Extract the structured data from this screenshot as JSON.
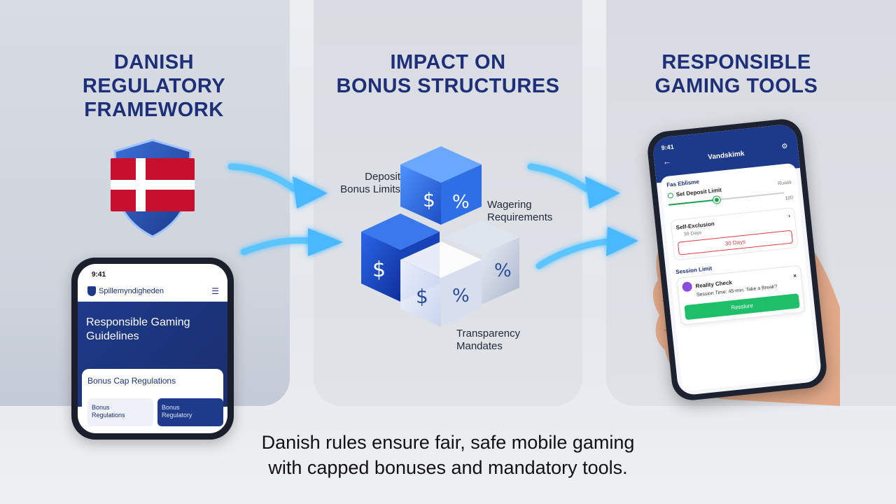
{
  "panels": {
    "left": {
      "title_lines": [
        "DANISH",
        "REGULATORY",
        "FRAMEWORK"
      ],
      "phone": {
        "time": "9:41",
        "brand": "Spillemyndigheden",
        "hero_title_lines": [
          "Responsible Gaming",
          "Guidelines"
        ],
        "card_title": "Bonus Cap Regulations",
        "mini_a": [
          "Bonus",
          "Regulations"
        ],
        "mini_b": [
          "Bonus",
          "Regulatory"
        ]
      }
    },
    "middle": {
      "title_lines": [
        "IMPACT ON",
        "BONUS STRUCTURES"
      ],
      "labels": {
        "deposit": [
          "Deposit",
          "Bonus Limits"
        ],
        "wagering": [
          "Wagering",
          "Requirements"
        ],
        "transparency": [
          "Transparency",
          "Mandates"
        ]
      },
      "cube_symbols": [
        "$",
        "%"
      ]
    },
    "right": {
      "title_lines": [
        "RESPONSIBLE",
        "GAMING TOOLS"
      ],
      "phone": {
        "time": "9:41",
        "app_title": "Vandskimk",
        "section_1": "Fas Eblisme",
        "deposit_label": "Set Deposit Limit",
        "deposit_side": "Ruask",
        "deposit_value_fraction": 0.42,
        "deposit_max": "100",
        "self_exclusion_label": "Self-Exclusion",
        "self_exclusion_sub": "30 Days",
        "self_exclusion_button": "30 Days",
        "section_2": "Session Limit",
        "reality_check_title": "Reality Check",
        "reality_check_msg": "Session Time: 45-min: Take a Break?",
        "green_button": "Resslure"
      }
    }
  },
  "caption_lines": [
    "Danish rules ensure fair, safe mobile gaming",
    "with capped bonuses and mandatory tools."
  ],
  "colors": {
    "title": "#1d2f78",
    "arrow": "#3fb6ff",
    "danish_red": "#c8102e",
    "cube_blue": "#1e5ad6",
    "accent_green": "#1fbf6a"
  }
}
